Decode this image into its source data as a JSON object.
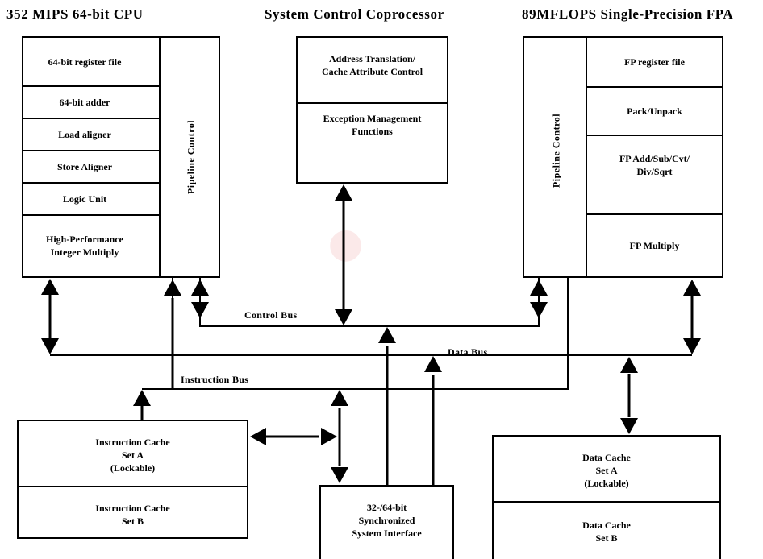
{
  "titles": {
    "cpu": "352 MIPS 64-bit CPU",
    "coprocessor": "System Control Coprocessor",
    "fpa": "89MFLOPS Single-Precision FPA"
  },
  "cpu": {
    "units": [
      "64-bit register file",
      "64-bit adder",
      "Load aligner",
      "Store Aligner",
      "Logic Unit",
      "High-Performance\nInteger Multiply"
    ],
    "pipeline": "Pipeline Control"
  },
  "coprocessor": {
    "units": [
      "Address Translation/\nCache Attribute Control",
      "Exception Management\nFunctions"
    ]
  },
  "fpa": {
    "pipeline": "Pipeline Control",
    "units": [
      "FP register file",
      "Pack/Unpack",
      "FP Add/Sub/Cvt/\nDiv/Sqrt",
      "FP Multiply"
    ]
  },
  "buses": {
    "control": "Control Bus",
    "data": "Data Bus",
    "instruction": "Instruction Bus"
  },
  "icache": {
    "set_a": "Instruction Cache\nSet A\n(Lockable)",
    "set_b": "Instruction Cache\nSet B"
  },
  "dcache": {
    "set_a": "Data Cache\nSet A\n(Lockable)",
    "set_b": "Data Cache\nSet B"
  },
  "sysif": "32-/64-bit\nSynchronized\nSystem Interface",
  "colors": {
    "line": "#000000",
    "watermark": "#dc2828"
  }
}
